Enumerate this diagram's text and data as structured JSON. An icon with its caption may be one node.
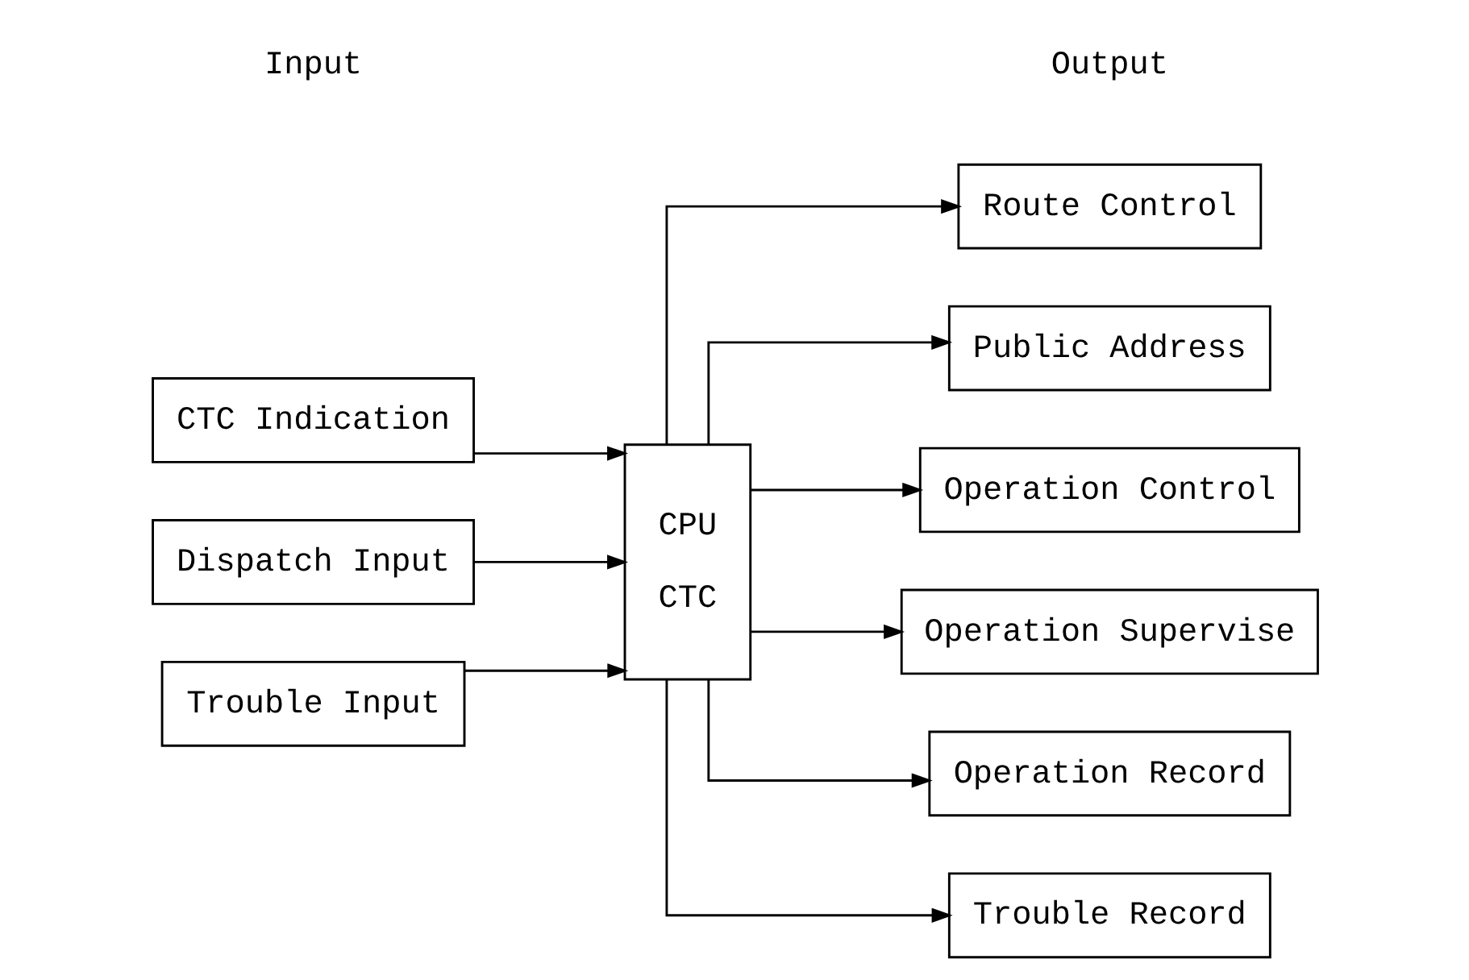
{
  "diagram": {
    "nodes": [
      {
        "text": [
          "CTC Indication"
        ]
      },
      {
        "text": [
          "Dispatch Input"
        ]
      },
      {
        "text": [
          "Trouble Input"
        ]
      },
      {
        "text": [
          "CPU",
          "CTC"
        ]
      },
      {
        "text": [
          "Route Control"
        ]
      },
      {
        "text": [
          "Public Address"
        ]
      },
      {
        "text": [
          "Operation Control"
        ]
      },
      {
        "text": [
          "Operation Supervise"
        ]
      },
      {
        "text": [
          "Operation Record"
        ]
      },
      {
        "text": [
          "Trouble Record"
        ]
      }
    ],
    "edges": [
      {
        "from": 0,
        "to": 3,
        "arrow": "to"
      },
      {
        "from": 1,
        "to": 3,
        "arrow": "to"
      },
      {
        "from": 2,
        "to": 3,
        "arrow": "to"
      },
      {
        "from": 3,
        "to": 4,
        "arrow": "to"
      },
      {
        "from": 3,
        "to": 5,
        "arrow": "to"
      },
      {
        "from": 3,
        "to": 6,
        "arrow": "to"
      },
      {
        "from": 3,
        "to": 7,
        "arrow": "to"
      },
      {
        "from": 3,
        "to": 8,
        "arrow": "to"
      },
      {
        "from": 3,
        "to": 9,
        "arrow": "to"
      }
    ],
    "labels": [
      "Input",
      "Output"
    ]
  }
}
